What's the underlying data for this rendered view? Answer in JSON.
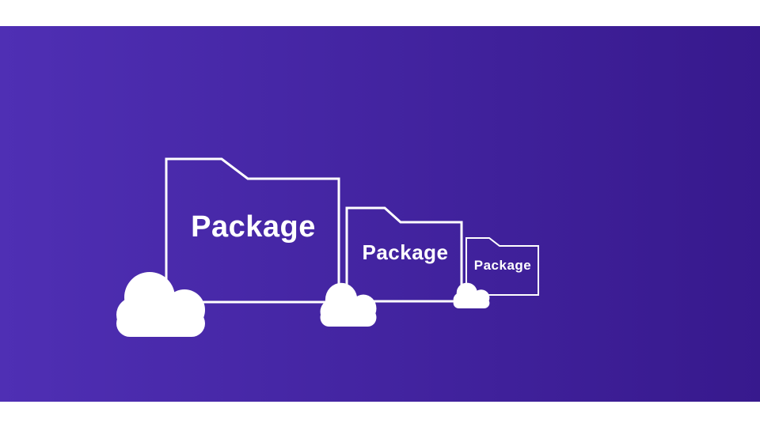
{
  "slide": {
    "canvas": {
      "gradient_direction": "left-to-right",
      "gradient_start": "#4f2fb4",
      "gradient_end": "#37198d",
      "margin_color": "#ffffff"
    },
    "shape_color": "#ffffff",
    "folders": [
      {
        "id": "large",
        "label": "Package"
      },
      {
        "id": "medium",
        "label": "Package"
      },
      {
        "id": "small",
        "label": "Package"
      }
    ]
  }
}
